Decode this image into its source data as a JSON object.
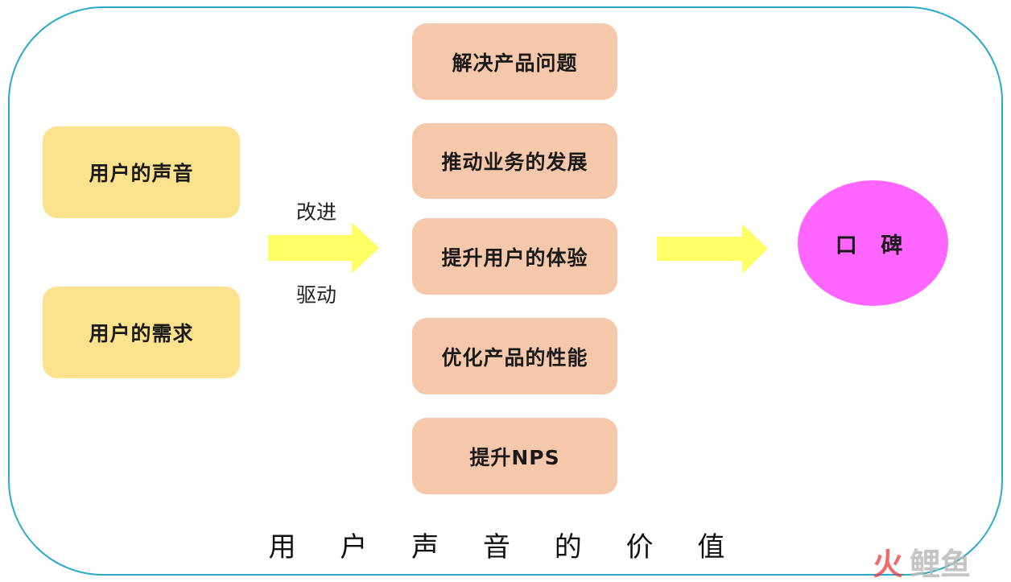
{
  "inputs": [
    "用户的声音",
    "用户的需求"
  ],
  "arrow_labels": {
    "top": "改进",
    "bottom": "驱动"
  },
  "outcomes": [
    "解决产品问题",
    "推动业务的发展",
    "提升用户的体验",
    "优化产品的性能",
    "提升NPS"
  ],
  "result": "口 碑",
  "title": "用 户 声 音 的 价 值",
  "watermark": "火鲤鱼",
  "colors": {
    "frame_border": "#2aa9c9",
    "input_box": "#fde28e",
    "outcome_box": "#f6c8ab",
    "arrow": "#ffff66",
    "result_ellipse": "#ff66ff",
    "watermark_red": "#e8373c",
    "watermark_gray": "#bbbbbb"
  }
}
